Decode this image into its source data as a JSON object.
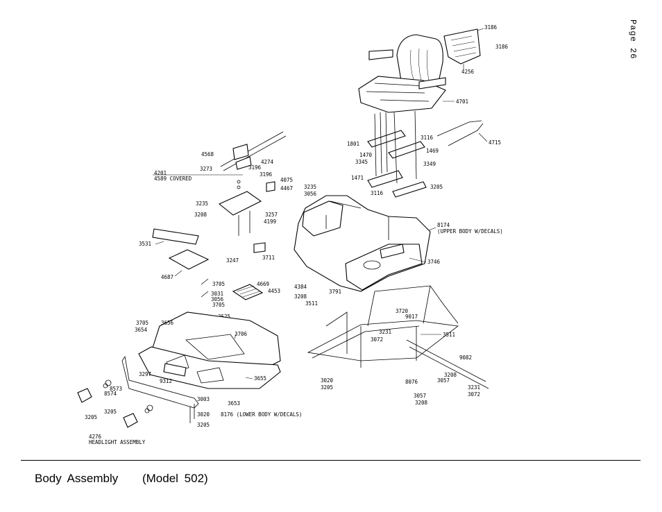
{
  "page": {
    "page_label": "Page 26"
  },
  "caption": {
    "title": "Body Assembly",
    "model": "(Model 502)"
  },
  "labels": {
    "upper_body": "8174\n(UPPER BODY W/DECALS)",
    "lower_body": "8176 (LOWER BODY W/DECALS)",
    "headlight": "4276\nHEADLIGHT ASSEMBLY",
    "covered": "4201\n4589 COVERED",
    "seat": "4701",
    "seat_cover": "4256",
    "belt": "4715",
    "body_face": "3746",
    "lower_front": "3655",
    "lower_panel": "3653",
    "floor_mat": "4687",
    "plate": "3531",
    "bumper": "9312",
    "tray": "3706",
    "rack": "4669",
    "rear_axle": "3511",
    "bracket": "9082",
    "hinge_a": "3116",
    "hinge_b": "1801",
    "hinge_c": "1469",
    "rail": "3349",
    "rail_b": "1471",
    "chain_top": "4568",
    "chain_b": "4274",
    "part_3273": "3273",
    "part_3196": "3196",
    "part_4075": "4075",
    "part_4467": "4467",
    "part_3208": "3208",
    "part_3257": "3257",
    "part_4199": "4199",
    "part_3247": "3247",
    "part_3711": "3711",
    "part_3705": "3705",
    "part_4453": "4453",
    "part_3031": "3031",
    "part_3720": "3720",
    "part_9017": "9017",
    "part_3072": "3072",
    "part_3231": "3231",
    "part_3020": "3020",
    "part_3205": "3205",
    "part_3057": "3057",
    "part_8076": "8076",
    "part_3003": "3003",
    "part_8573": "8573",
    "part_8574": "8574",
    "part_3297": "3297",
    "part_3656": "3656",
    "part_3654": "3654",
    "part_3525": "3525",
    "part_3235": "3235",
    "part_3056": "3056",
    "part_4384": "4384",
    "part_3791": "3791",
    "part_3345": "3345",
    "part_3186": "3186",
    "part_1470": "1470"
  }
}
